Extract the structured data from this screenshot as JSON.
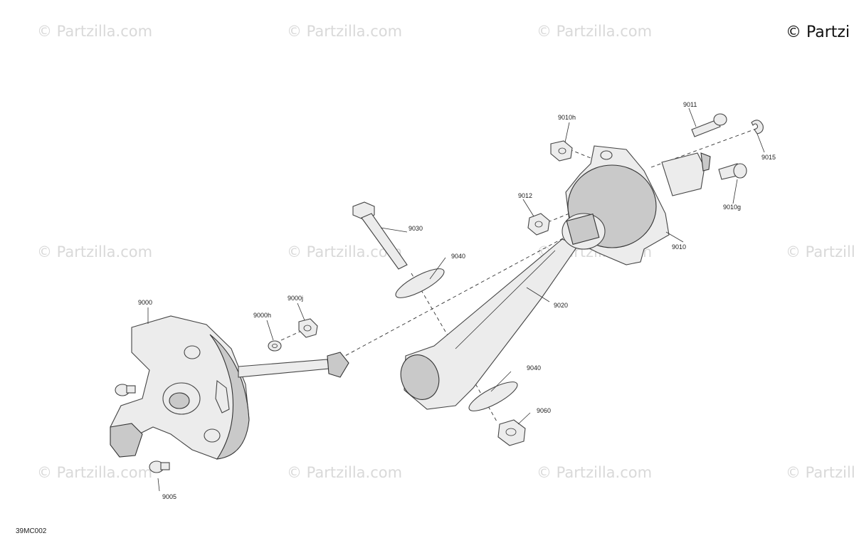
{
  "watermark_text": "© Partzilla.com",
  "brand": "© Partzi",
  "diagram_ref": "39MC002",
  "callouts": {
    "p9000": "9000",
    "p9000h": "9000h",
    "p9000j": "9000j",
    "p9005": "9005",
    "p9010": "9010",
    "p9010g": "9010g",
    "p9010h": "9010h",
    "p9011": "9011",
    "p9012": "9012",
    "p9015": "9015",
    "p9020": "9020",
    "p9030": "9030",
    "p9040a": "9040",
    "p9040b": "9040",
    "p9060": "9060"
  }
}
